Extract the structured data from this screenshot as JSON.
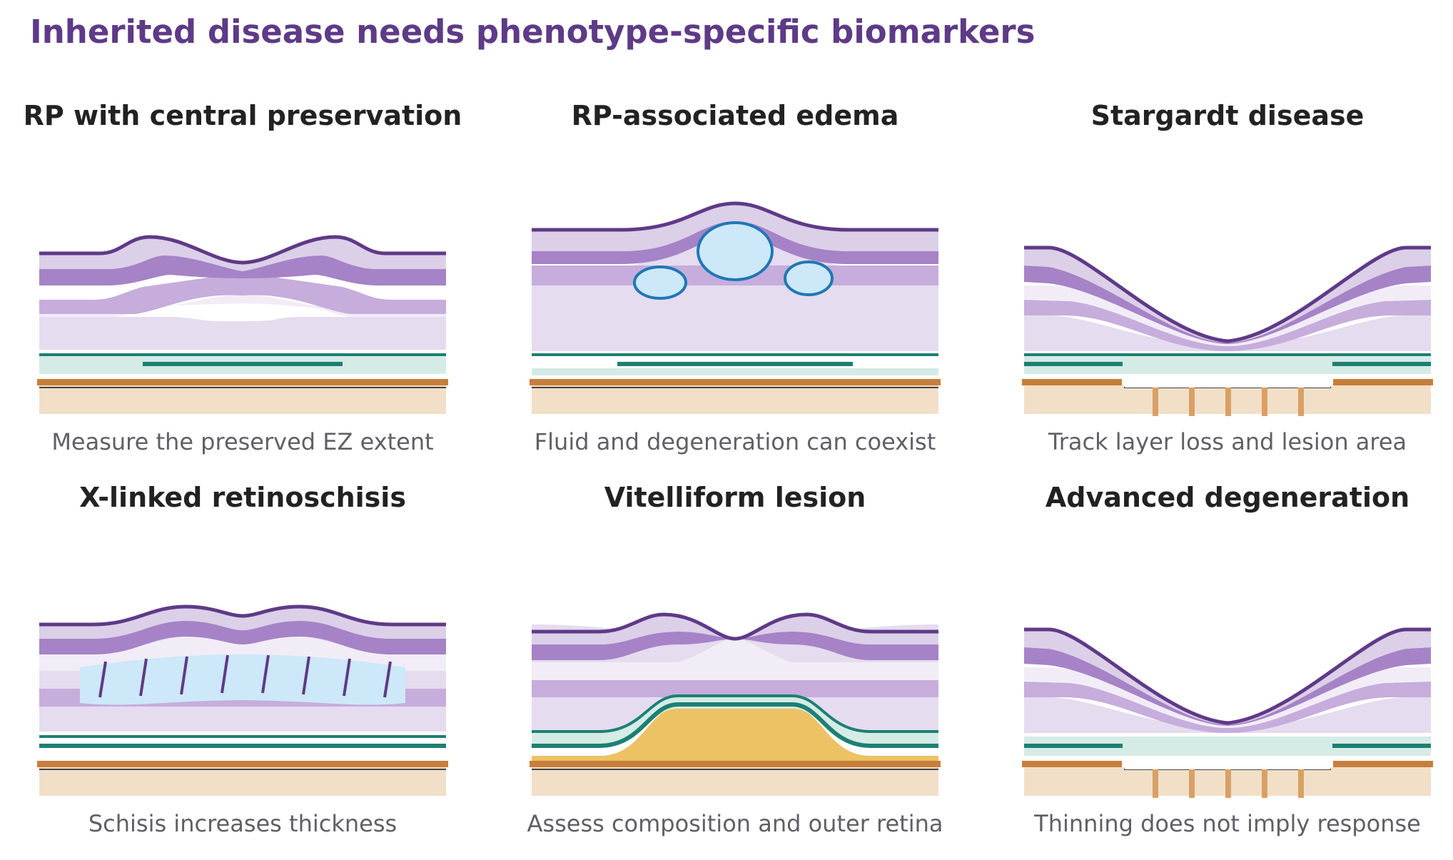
{
  "title": "Inherited disease needs phenotype-specific biomarkers",
  "colors": {
    "title": "#5e3a87",
    "nfl": "#dccfe8",
    "ipl": "#a583c6",
    "opl": "#c6addc",
    "inner": "#e5dcef",
    "pale": "#f2ecf7",
    "top_line": "#5e3a87",
    "ez": "#1d7f73",
    "ez_fill": "#d5ebe6",
    "rpe": "#c77e3c",
    "choroid": "#f2dfc8",
    "fluid": "#cde8f8",
    "fluid_edge": "#1f77b4",
    "schisis_bar": "#5e3a87",
    "vitelliform": "#ecc264",
    "atrophy_bar": "#d9a066"
  },
  "panels": [
    {
      "title": "RP with central preservation",
      "caption": "Measure the preserved EZ extent",
      "diagram": "rp-central-preservation"
    },
    {
      "title": "RP-associated edema",
      "caption": "Fluid and degeneration can coexist",
      "diagram": "rp-edema"
    },
    {
      "title": "Stargardt disease",
      "caption": "Track layer loss and lesion area",
      "diagram": "stargardt"
    },
    {
      "title": "X-linked retinoschisis",
      "caption": "Schisis increases thickness",
      "diagram": "x-linked-retinoschisis"
    },
    {
      "title": "Vitelliform lesion",
      "caption": "Assess composition and outer retina",
      "diagram": "vitelliform"
    },
    {
      "title": "Advanced degeneration",
      "caption": "Thinning does not imply response",
      "diagram": "advanced-degeneration"
    }
  ]
}
